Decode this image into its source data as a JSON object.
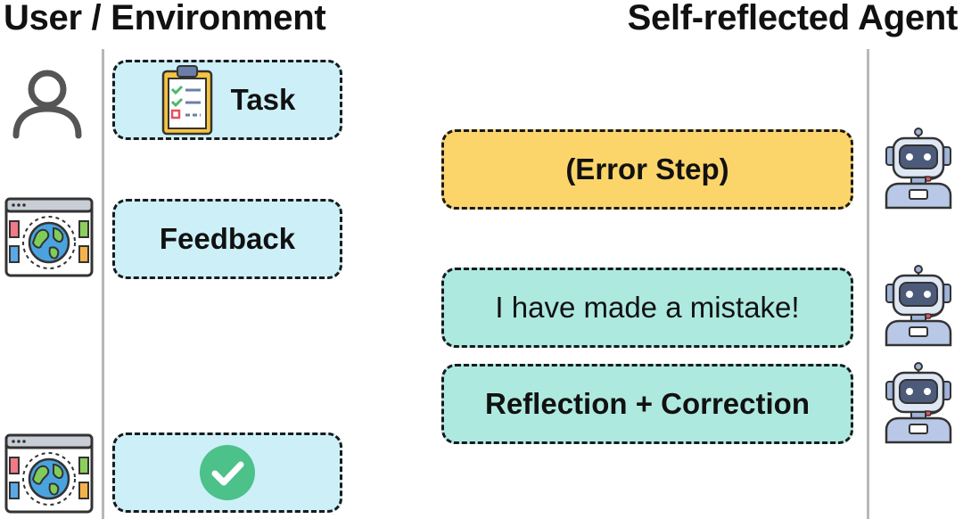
{
  "headings": {
    "left": "User / Environment",
    "right": "Self-reflected Agent"
  },
  "colors": {
    "user_box": "#cdeff8",
    "error_box": "#fbd56a",
    "agent_box": "#aee9e0",
    "divider": "#b8b8b8",
    "check": "#4cc18a"
  },
  "user_column": {
    "task": {
      "label": "Task",
      "icon": "clipboard-checklist-icon",
      "actor_icon": "user-icon"
    },
    "feedback": {
      "label": "Feedback",
      "actor_icon": "world-browser-icon"
    },
    "success": {
      "icon": "check-circle-icon",
      "actor_icon": "world-browser-icon"
    }
  },
  "agent_column": {
    "error_step": {
      "label": "(Error Step)",
      "actor_icon": "robot-icon"
    },
    "mistake": {
      "label": "I have made a mistake!",
      "actor_icon": "robot-icon"
    },
    "reflection": {
      "label": "Reflection + Correction",
      "actor_icon": "robot-icon"
    }
  }
}
